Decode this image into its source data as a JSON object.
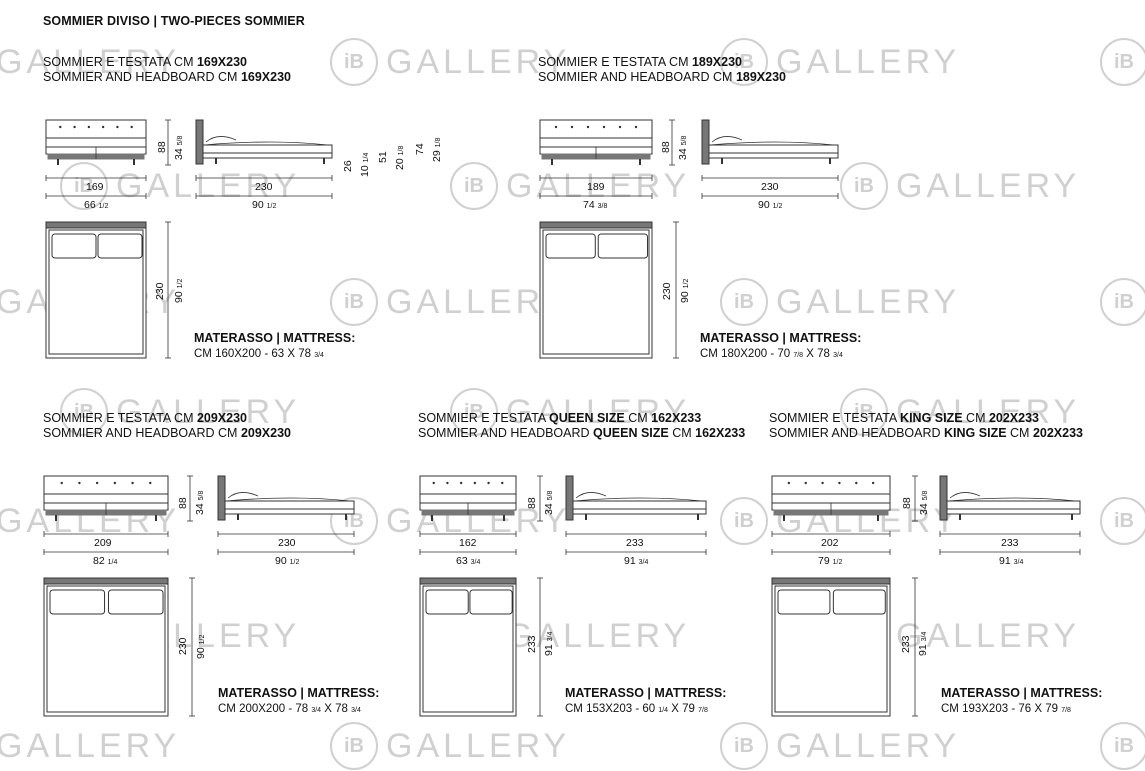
{
  "page_title": "SOMMIER DIVISO | TWO-PIECES SOMMIER",
  "watermark": "iB GALLERY",
  "colors": {
    "line": "#333333",
    "base": "#777777",
    "watermark": "#d0d0d0"
  },
  "variants": [
    {
      "cap1_pre": "SOMMIER E TESTATA CM ",
      "cap1_bold": "169X230",
      "cap2_pre": "SOMMIER AND HEADBOARD CM ",
      "cap2_bold": "169X230",
      "front_w_cm": "169",
      "front_w_in": "66",
      "front_w_in_frac": "1/2",
      "height_cm": "88",
      "height_in": "34",
      "height_in_frac": "5/8",
      "side_l_cm": "230",
      "side_l_in": "90",
      "side_l_in_frac": "1/2",
      "extra": [
        {
          "cm": "26",
          "in": "10",
          "frac": "1/4"
        },
        {
          "cm": "51",
          "in": "20",
          "frac": "1/8"
        },
        {
          "cm": "74",
          "in": "29",
          "frac": "1/8"
        }
      ],
      "plan_l_cm": "230",
      "plan_l_in": "90",
      "plan_l_in_frac": "1/2",
      "mat_title": "MATERASSO | MATTRESS:",
      "mat_val": "CM 160X200 - 63 X 78 ",
      "mat_frac": "3/4"
    },
    {
      "cap1_pre": "SOMMIER E TESTATA CM ",
      "cap1_bold": "189X230",
      "cap2_pre": "SOMMIER AND HEADBOARD CM ",
      "cap2_bold": "189X230",
      "front_w_cm": "189",
      "front_w_in": "74",
      "front_w_in_frac": "3/8",
      "height_cm": "88",
      "height_in": "34",
      "height_in_frac": "5/8",
      "side_l_cm": "230",
      "side_l_in": "90",
      "side_l_in_frac": "1/2",
      "plan_l_cm": "230",
      "plan_l_in": "90",
      "plan_l_in_frac": "1/2",
      "mat_title": "MATERASSO | MATTRESS:",
      "mat_val": "CM 180X200 - 70 ",
      "mat_frac": "7/8",
      "mat_val2": " X 78 ",
      "mat_frac2": "3/4"
    },
    {
      "cap1_pre": "SOMMIER E TESTATA CM ",
      "cap1_bold": "209X230",
      "cap2_pre": "SOMMIER AND HEADBOARD CM ",
      "cap2_bold": "209X230",
      "front_w_cm": "209",
      "front_w_in": "82",
      "front_w_in_frac": "1/4",
      "height_cm": "88",
      "height_in": "34",
      "height_in_frac": "5/8",
      "side_l_cm": "230",
      "side_l_in": "90",
      "side_l_in_frac": "1/2",
      "plan_l_cm": "230",
      "plan_l_in": "90",
      "plan_l_in_frac": "1/2",
      "mat_title": "MATERASSO | MATTRESS:",
      "mat_val": "CM 200X200 - 78 ",
      "mat_frac": "3/4",
      "mat_val2": " X 78 ",
      "mat_frac2": "3/4"
    },
    {
      "cap1_pre": "SOMMIER E TESTATA ",
      "cap1_bold": "QUEEN SIZE",
      "cap1_post": " CM ",
      "cap1_bold2": "162X233",
      "cap2_pre": "SOMMIER AND HEADBOARD ",
      "cap2_bold": "QUEEN SIZE",
      "cap2_post": " CM ",
      "cap2_bold2": "162X233",
      "front_w_cm": "162",
      "front_w_in": "63",
      "front_w_in_frac": "3/4",
      "height_cm": "88",
      "height_in": "34",
      "height_in_frac": "5/8",
      "side_l_cm": "233",
      "side_l_in": "91",
      "side_l_in_frac": "3/4",
      "plan_l_cm": "233",
      "plan_l_in": "91",
      "plan_l_in_frac": "3/4",
      "mat_title": "MATERASSO | MATTRESS:",
      "mat_val": "CM 153X203 - 60 ",
      "mat_frac": "1/4",
      "mat_val2": " X 79 ",
      "mat_frac2": "7/8"
    },
    {
      "cap1_pre": "SOMMIER E TESTATA ",
      "cap1_bold": "KING SIZE",
      "cap1_post": " CM ",
      "cap1_bold2": "202X233",
      "cap2_pre": "SOMMIER AND HEADBOARD ",
      "cap2_bold": "KING SIZE",
      "cap2_post": " CM ",
      "cap2_bold2": "202X233",
      "front_w_cm": "202",
      "front_w_in": "79",
      "front_w_in_frac": "1/2",
      "height_cm": "88",
      "height_in": "34",
      "height_in_frac": "5/8",
      "side_l_cm": "233",
      "side_l_in": "91",
      "side_l_in_frac": "3/4",
      "plan_l_cm": "233",
      "plan_l_in": "91",
      "plan_l_in_frac": "3/4",
      "mat_title": "MATERASSO | MATTRESS:",
      "mat_val": "CM 193X203 - 76 X 79 ",
      "mat_frac": "7/8"
    }
  ]
}
